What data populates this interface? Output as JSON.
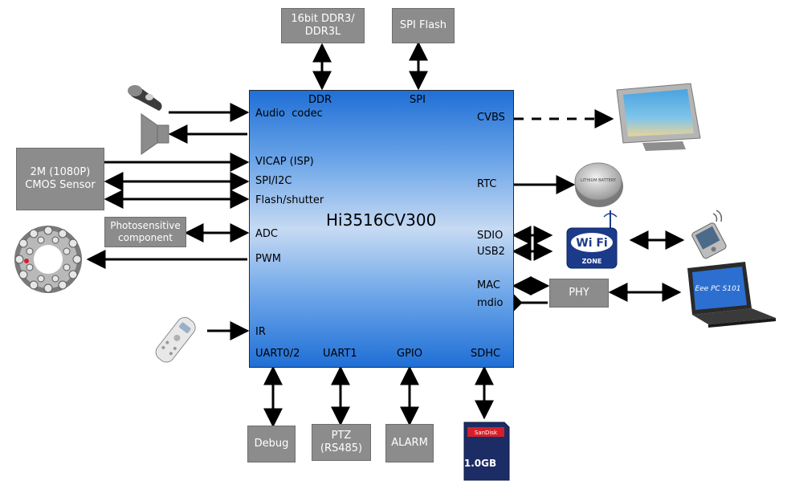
{
  "chip": {
    "title": "Hi3516CV300"
  },
  "pins": {
    "ddr": "DDR",
    "spi": "SPI",
    "audio": "Audio  codec",
    "vicap": "VICAP (ISP)",
    "spi_i2c": "SPI/I2C",
    "flash_shutter": "Flash/shutter",
    "adc": "ADC",
    "pwm": "PWM",
    "ir": "IR",
    "uart02": "UART0/2",
    "uart1": "UART1",
    "gpio": "GPIO",
    "sdhc": "SDHC",
    "cvbs": "CVBS",
    "rtc": "RTC",
    "sdio": "SDIO",
    "usb2": "USB2",
    "mac": "MAC",
    "mdio": "mdio"
  },
  "boxes": {
    "ddr_line1": "16bit DDR3/",
    "ddr_line2": "DDR3L",
    "spi_flash": "SPI Flash",
    "cmos_line1": "2M (1080P)",
    "cmos_line2": "CMOS Sensor",
    "photo_line1": "Photosensitive",
    "photo_line2": "component",
    "phy": "PHY",
    "debug": "Debug",
    "ptz_line1": "PTZ",
    "ptz_line2": "(RS485)",
    "alarm": "ALARM"
  },
  "images": {
    "wifi_text": "Wi Fi",
    "wifi_zone": "ZONE",
    "sd_brand": "SanDisk",
    "sd_capacity": "1.0GB",
    "laptop_brand": "Eee PC S101",
    "battery_text": "LITHIUM BATTERY"
  },
  "icons": [
    "microphone-icon",
    "speaker-icon",
    "ir-led-ring-icon",
    "remote-control-icon",
    "tv-icon",
    "battery-icon",
    "wifi-zone-icon",
    "pda-icon",
    "laptop-icon",
    "sd-card-icon"
  ]
}
